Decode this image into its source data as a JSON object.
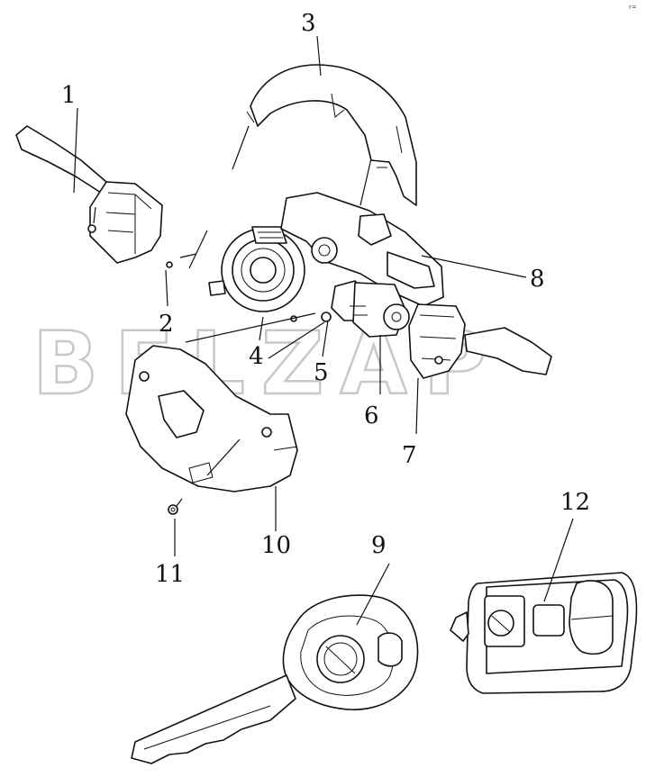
{
  "watermark": "BELZAP",
  "corner_mark": "r=",
  "accent_color": "#111111",
  "watermark_color": "#c8c8c8",
  "callouts": [
    {
      "label": "1",
      "part": "wiper-switch"
    },
    {
      "label": "2",
      "part": "screw"
    },
    {
      "label": "3",
      "part": "upper-column-cover"
    },
    {
      "label": "4",
      "part": "clock-spring"
    },
    {
      "label": "5",
      "part": "ignition-lock-bolt"
    },
    {
      "label": "6",
      "part": "ignition-lock-cylinder"
    },
    {
      "label": "7",
      "part": "light-switch"
    },
    {
      "label": "8",
      "part": "steering-column-bracket"
    },
    {
      "label": "9",
      "part": "ignition-key"
    },
    {
      "label": "10",
      "part": "lower-column-cover"
    },
    {
      "label": "11",
      "part": "lower-cover-screw"
    },
    {
      "label": "12",
      "part": "remote-key-fob"
    }
  ]
}
